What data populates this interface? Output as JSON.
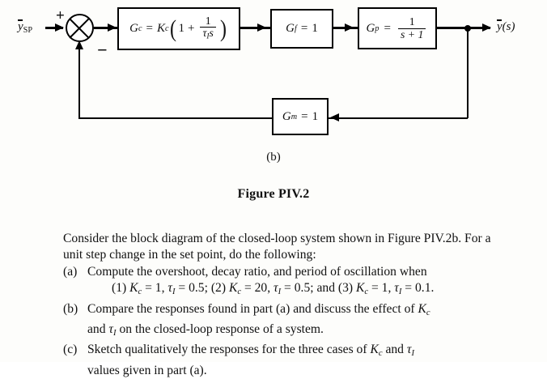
{
  "figure": {
    "sub_label": "(b)",
    "caption": "Figure PIV.2",
    "blocks": {
      "controller": {
        "name": "G",
        "name_sub": "c",
        "eq": "=",
        "gain": "K",
        "gain_sub": "c",
        "one": "1",
        "plus": "+",
        "frac_num": "1",
        "frac_den_tau": "τ",
        "frac_den_sub": "I",
        "frac_den_s": "s"
      },
      "valve": {
        "name": "G",
        "name_sub": "f",
        "eq": "=",
        "value": "1"
      },
      "process": {
        "name": "G",
        "name_sub": "p",
        "eq": "=",
        "frac_num": "1",
        "frac_den": "s + 1"
      },
      "measurement": {
        "name": "G",
        "name_sub": "m",
        "eq": "=",
        "value": "1"
      }
    },
    "signals": {
      "setpoint_y": "y",
      "setpoint_sub": "SP",
      "output_y": "y",
      "output_arg": "(s)",
      "plus_sign": "+",
      "minus_sign": "−"
    }
  },
  "text": {
    "intro": "Consider the block diagram of the closed-loop system shown in Figure PIV.2b. For a unit step change in the set point, do the following:",
    "items": [
      {
        "marker": "(a)",
        "line1": "Compute the overshoot, decay ratio, and period of oscillation when",
        "line2_prefix": "(1) ",
        "line2_case1_kc": "K",
        "line2_case1_kc_sub": "c",
        "line2_case1_kc_val": " = 1, ",
        "line2_case1_tau": "τ",
        "line2_case1_tau_sub": "I",
        "line2_case1_tau_val": " = 0.5; ",
        "line2_mid1": "(2) ",
        "line2_case2_kc_val": " = 20, ",
        "line2_case2_tau_val": " = 0.5; and ",
        "line2_mid2": "(3) ",
        "line2_case3_kc_val": " = 1, ",
        "line2_case3_tau_val": " = 0.1."
      },
      {
        "marker": "(b)",
        "line1_a": "Compare the responses found in part (a) and discuss the effect of ",
        "line1_kc": "K",
        "line1_kc_sub": "c",
        "line2_tau": "τ",
        "line2_tau_sub": "I",
        "line2_rest": " on the closed-loop response of a system.",
        "line2_lead": "and "
      },
      {
        "marker": "(c)",
        "line1_a": "Sketch qualitatively the responses for the three cases of ",
        "line1_kc": "K",
        "line1_kc_sub": "c",
        "line1_and": " and ",
        "line1_tau": "τ",
        "line1_tau_sub": "I",
        "line2": "values given in part (a)."
      }
    ]
  }
}
